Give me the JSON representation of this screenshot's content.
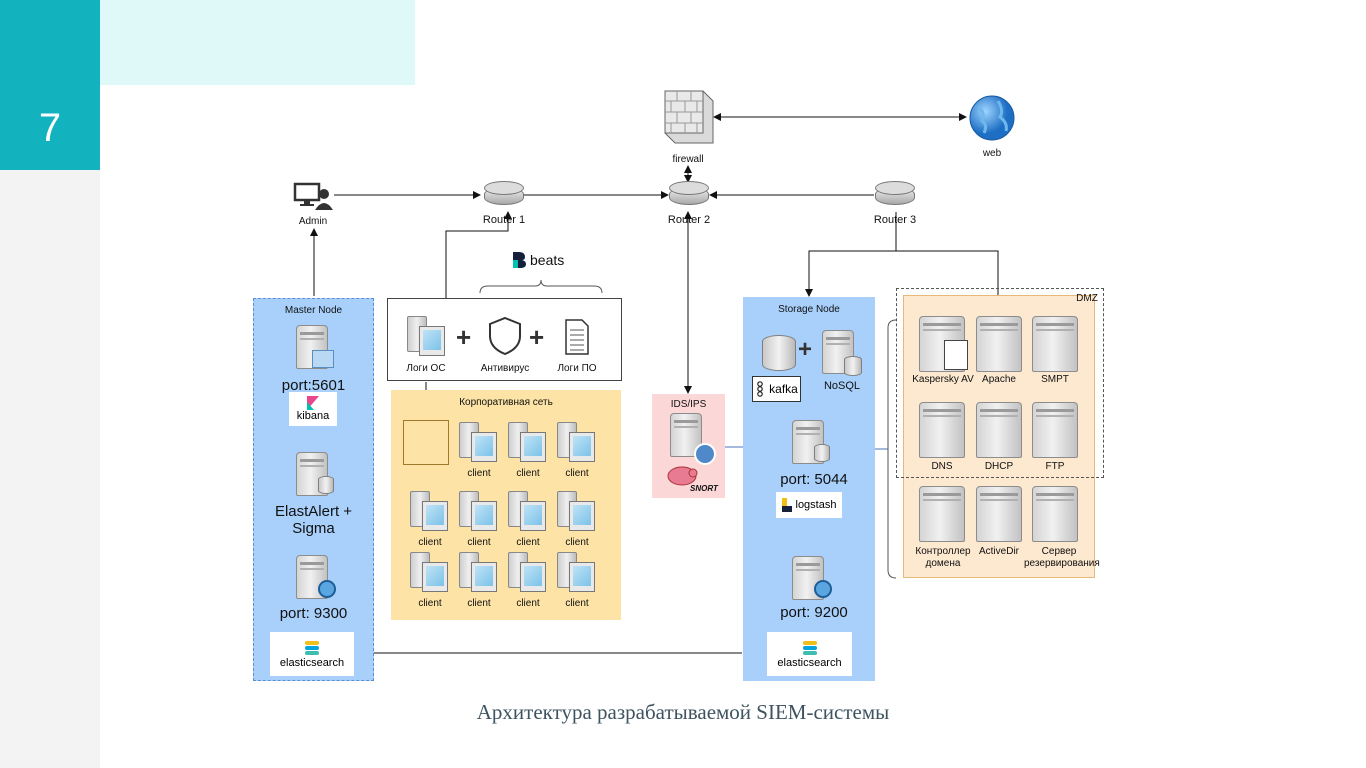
{
  "slide": {
    "number": "7",
    "caption": "Архитектура разрабатываемой SIEM-системы"
  },
  "colors": {
    "accent": "#13b2bf",
    "panel": "#a8d0fb",
    "orange": "#fde4a6",
    "dmz": "#fde8d0",
    "ids": "#fbd7d7"
  },
  "nodes": {
    "admin": "Admin",
    "router1": "Router 1",
    "router2": "Router 2",
    "router3": "Router 3",
    "firewall": "firewall",
    "web": "web",
    "beats": "beats",
    "logs_os": "Логи ОС",
    "antivirus": "Антивирус",
    "logs_po": "Логи ПО",
    "plus": "+",
    "corp_net": "Корпоративная сеть",
    "client": "client",
    "ids": "IDS/IPS",
    "snort": "SNORT"
  },
  "master": {
    "title": "Master Node",
    "port_kibana": "port:5601",
    "kibana": "kibana",
    "elastalert": "ElastAlert +\nSigma",
    "port_es": "port: 9300",
    "elasticsearch": "elasticsearch"
  },
  "storage": {
    "title": "Storage Node",
    "kafka": "kafka",
    "nosql": "NoSQL",
    "port_logstash": "port: 5044",
    "logstash": "logstash",
    "port_es": "port: 9200",
    "elasticsearch": "elasticsearch"
  },
  "dmz": {
    "title": "DMZ",
    "servers": [
      "Kaspersky AV",
      "Apache",
      "SMPT",
      "DNS",
      "DHCP",
      "FTP"
    ],
    "lower": [
      "Контроллер\nдомена",
      "ActiveDir",
      "Сервер\nрезервирования"
    ]
  }
}
